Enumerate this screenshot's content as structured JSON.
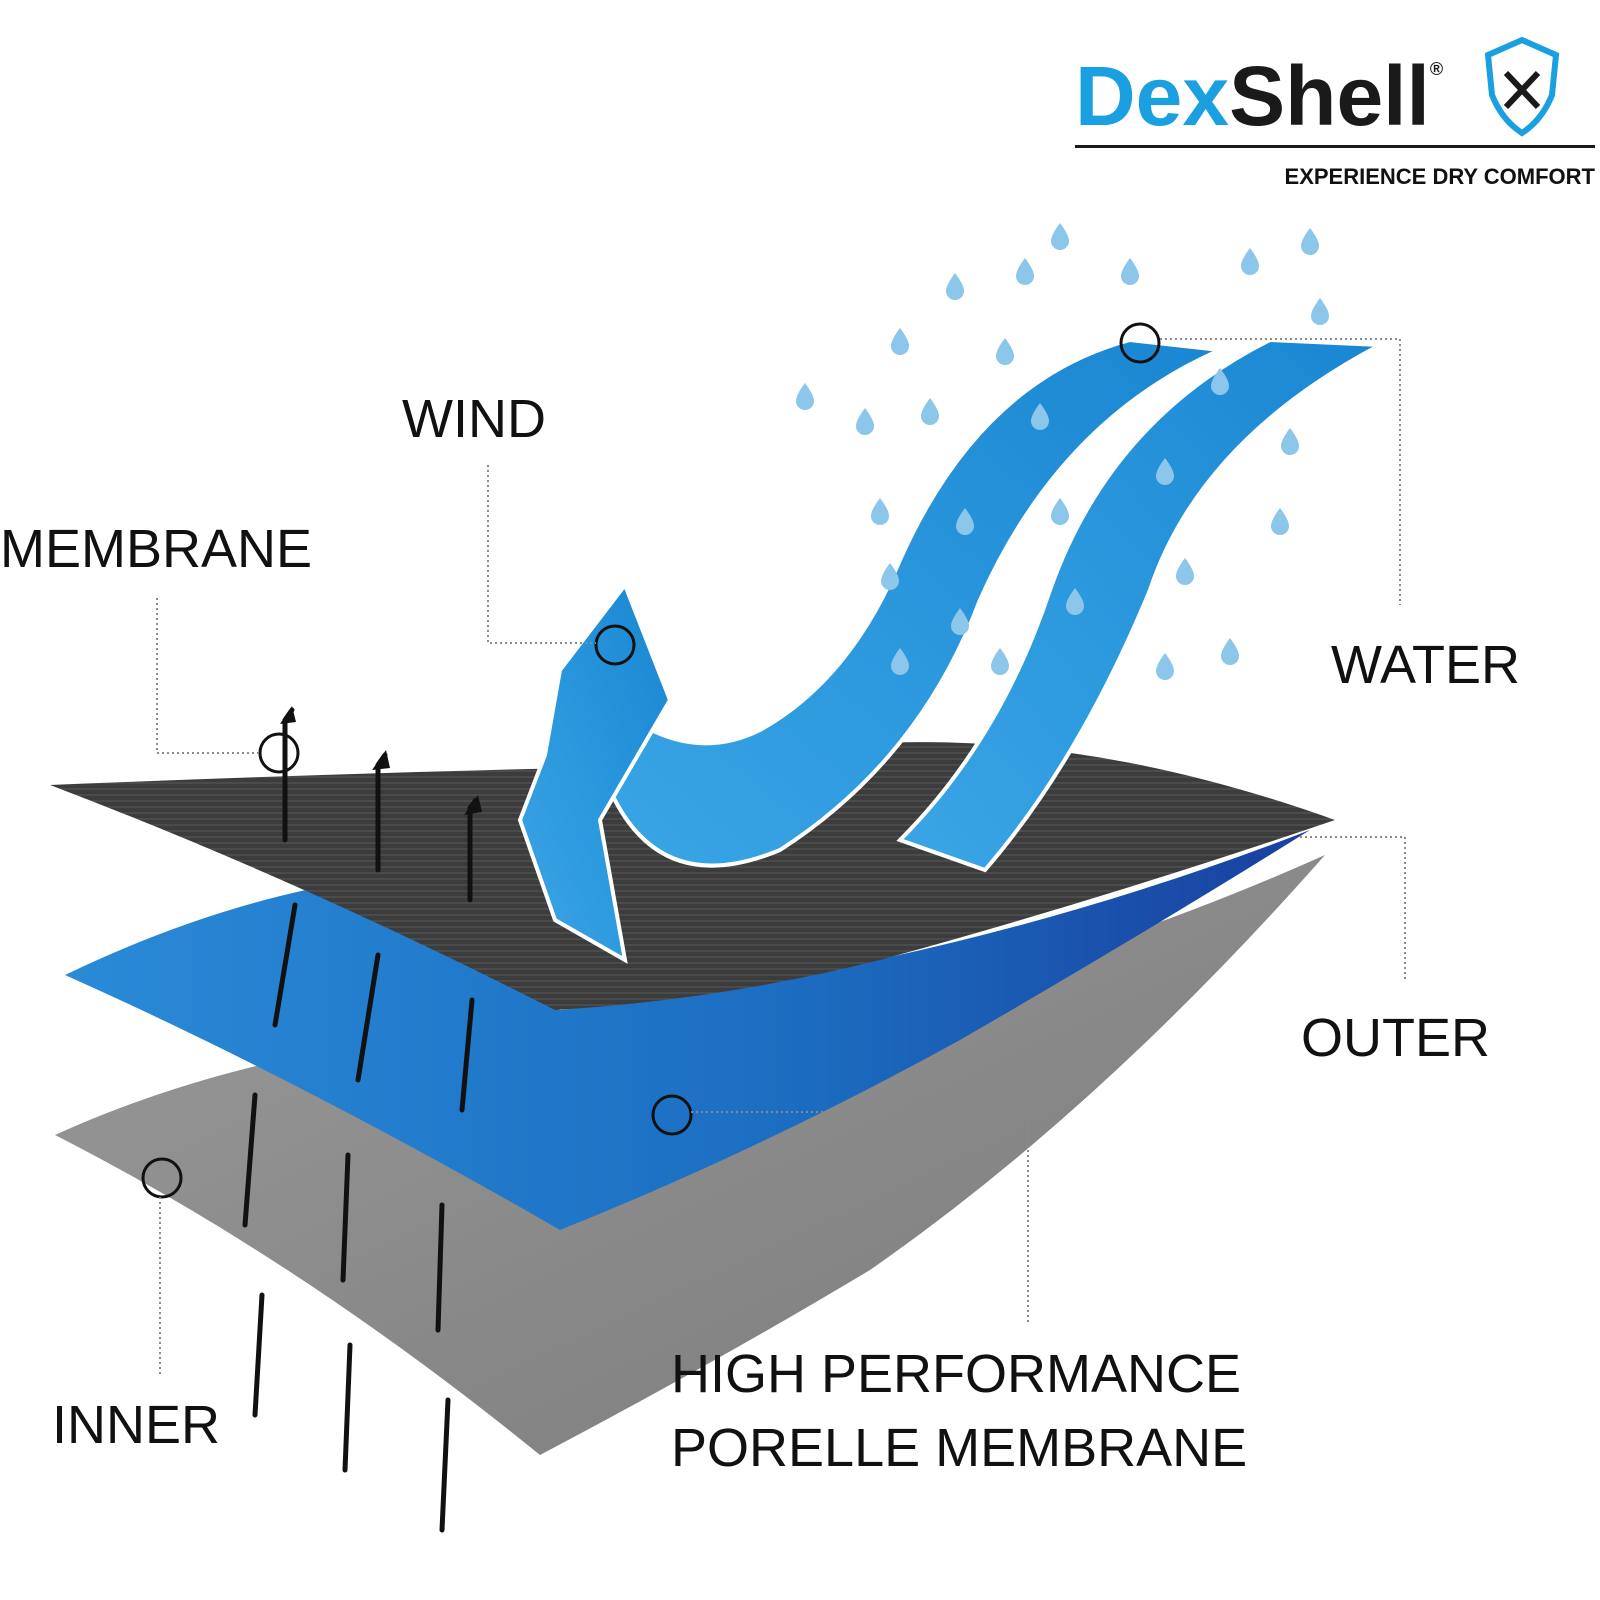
{
  "brand": {
    "name": "DexShell",
    "name_parts": [
      "Dex",
      "Shell"
    ],
    "trademark": "®",
    "tagline": "EXPERIENCE DRY COMFORT",
    "colors": {
      "primary": "#1a9fe0",
      "dark": "#1a1a1a"
    },
    "logo_icon": "shield-logo-icon"
  },
  "labels": {
    "wind": "WIND",
    "membrane": "MEMBRANE",
    "water": "WATER",
    "outer": "OUTER",
    "inner": "INNER",
    "porelle_line1": "HIGH PERFORMANCE",
    "porelle_line2": "PORELLE MEMBRANE"
  },
  "colors": {
    "outer_layer": "#3a3a3a",
    "membrane_layer": "#1f7fd0",
    "inner_layer": "#8f8f8f",
    "wind_ribbon": "#2f9de0",
    "water_ribbon": "#2a8fd8",
    "droplet": "#8cc6ea"
  },
  "icons": [
    "shield-logo-icon",
    "water-droplet-icon",
    "moisture-arrow-icon",
    "circle-marker-icon"
  ]
}
